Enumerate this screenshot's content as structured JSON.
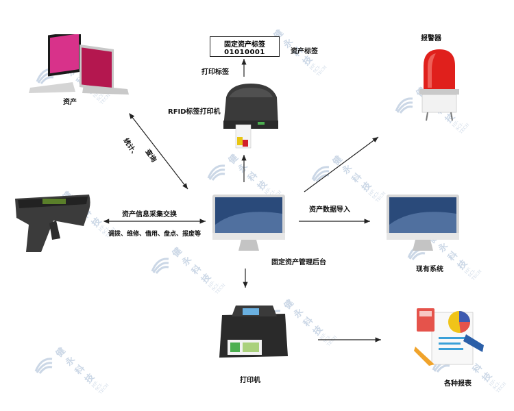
{
  "nodes": {
    "asset_tag_line1": "固定资产标签",
    "asset_tag_line2": "01010001",
    "asset_tag_label": "资产标签",
    "print_tag_label": "打印标签",
    "rfid_printer_label": "RFID标签打印机",
    "assets_label": "资产",
    "alarm_label": "报警器",
    "stats_label_1": "统计、",
    "stats_label_2": "查询",
    "exchange_label": "资产信息采集交换",
    "operations_label": "调拨、维修、借用、盘点、报废等",
    "backend_label": "固定资产管理后台",
    "import_label": "资产数据导入",
    "existing_system_label": "现有系统",
    "printer_label": "打印机",
    "reports_label": "各种报表"
  },
  "watermark": {
    "text": "健永科技",
    "subtext": "HF-SCI-TECH",
    "color": "#6d8fb8"
  },
  "icons": [
    "laptop-icon",
    "label-printer-icon",
    "alarm-light-icon",
    "rfid-reader-icon",
    "imac-icon",
    "inkjet-printer-icon",
    "report-icon"
  ],
  "colors": {
    "arrow": "#222222",
    "alarm_red": "#e0201c",
    "screen_blue": "#2a4a7a"
  }
}
